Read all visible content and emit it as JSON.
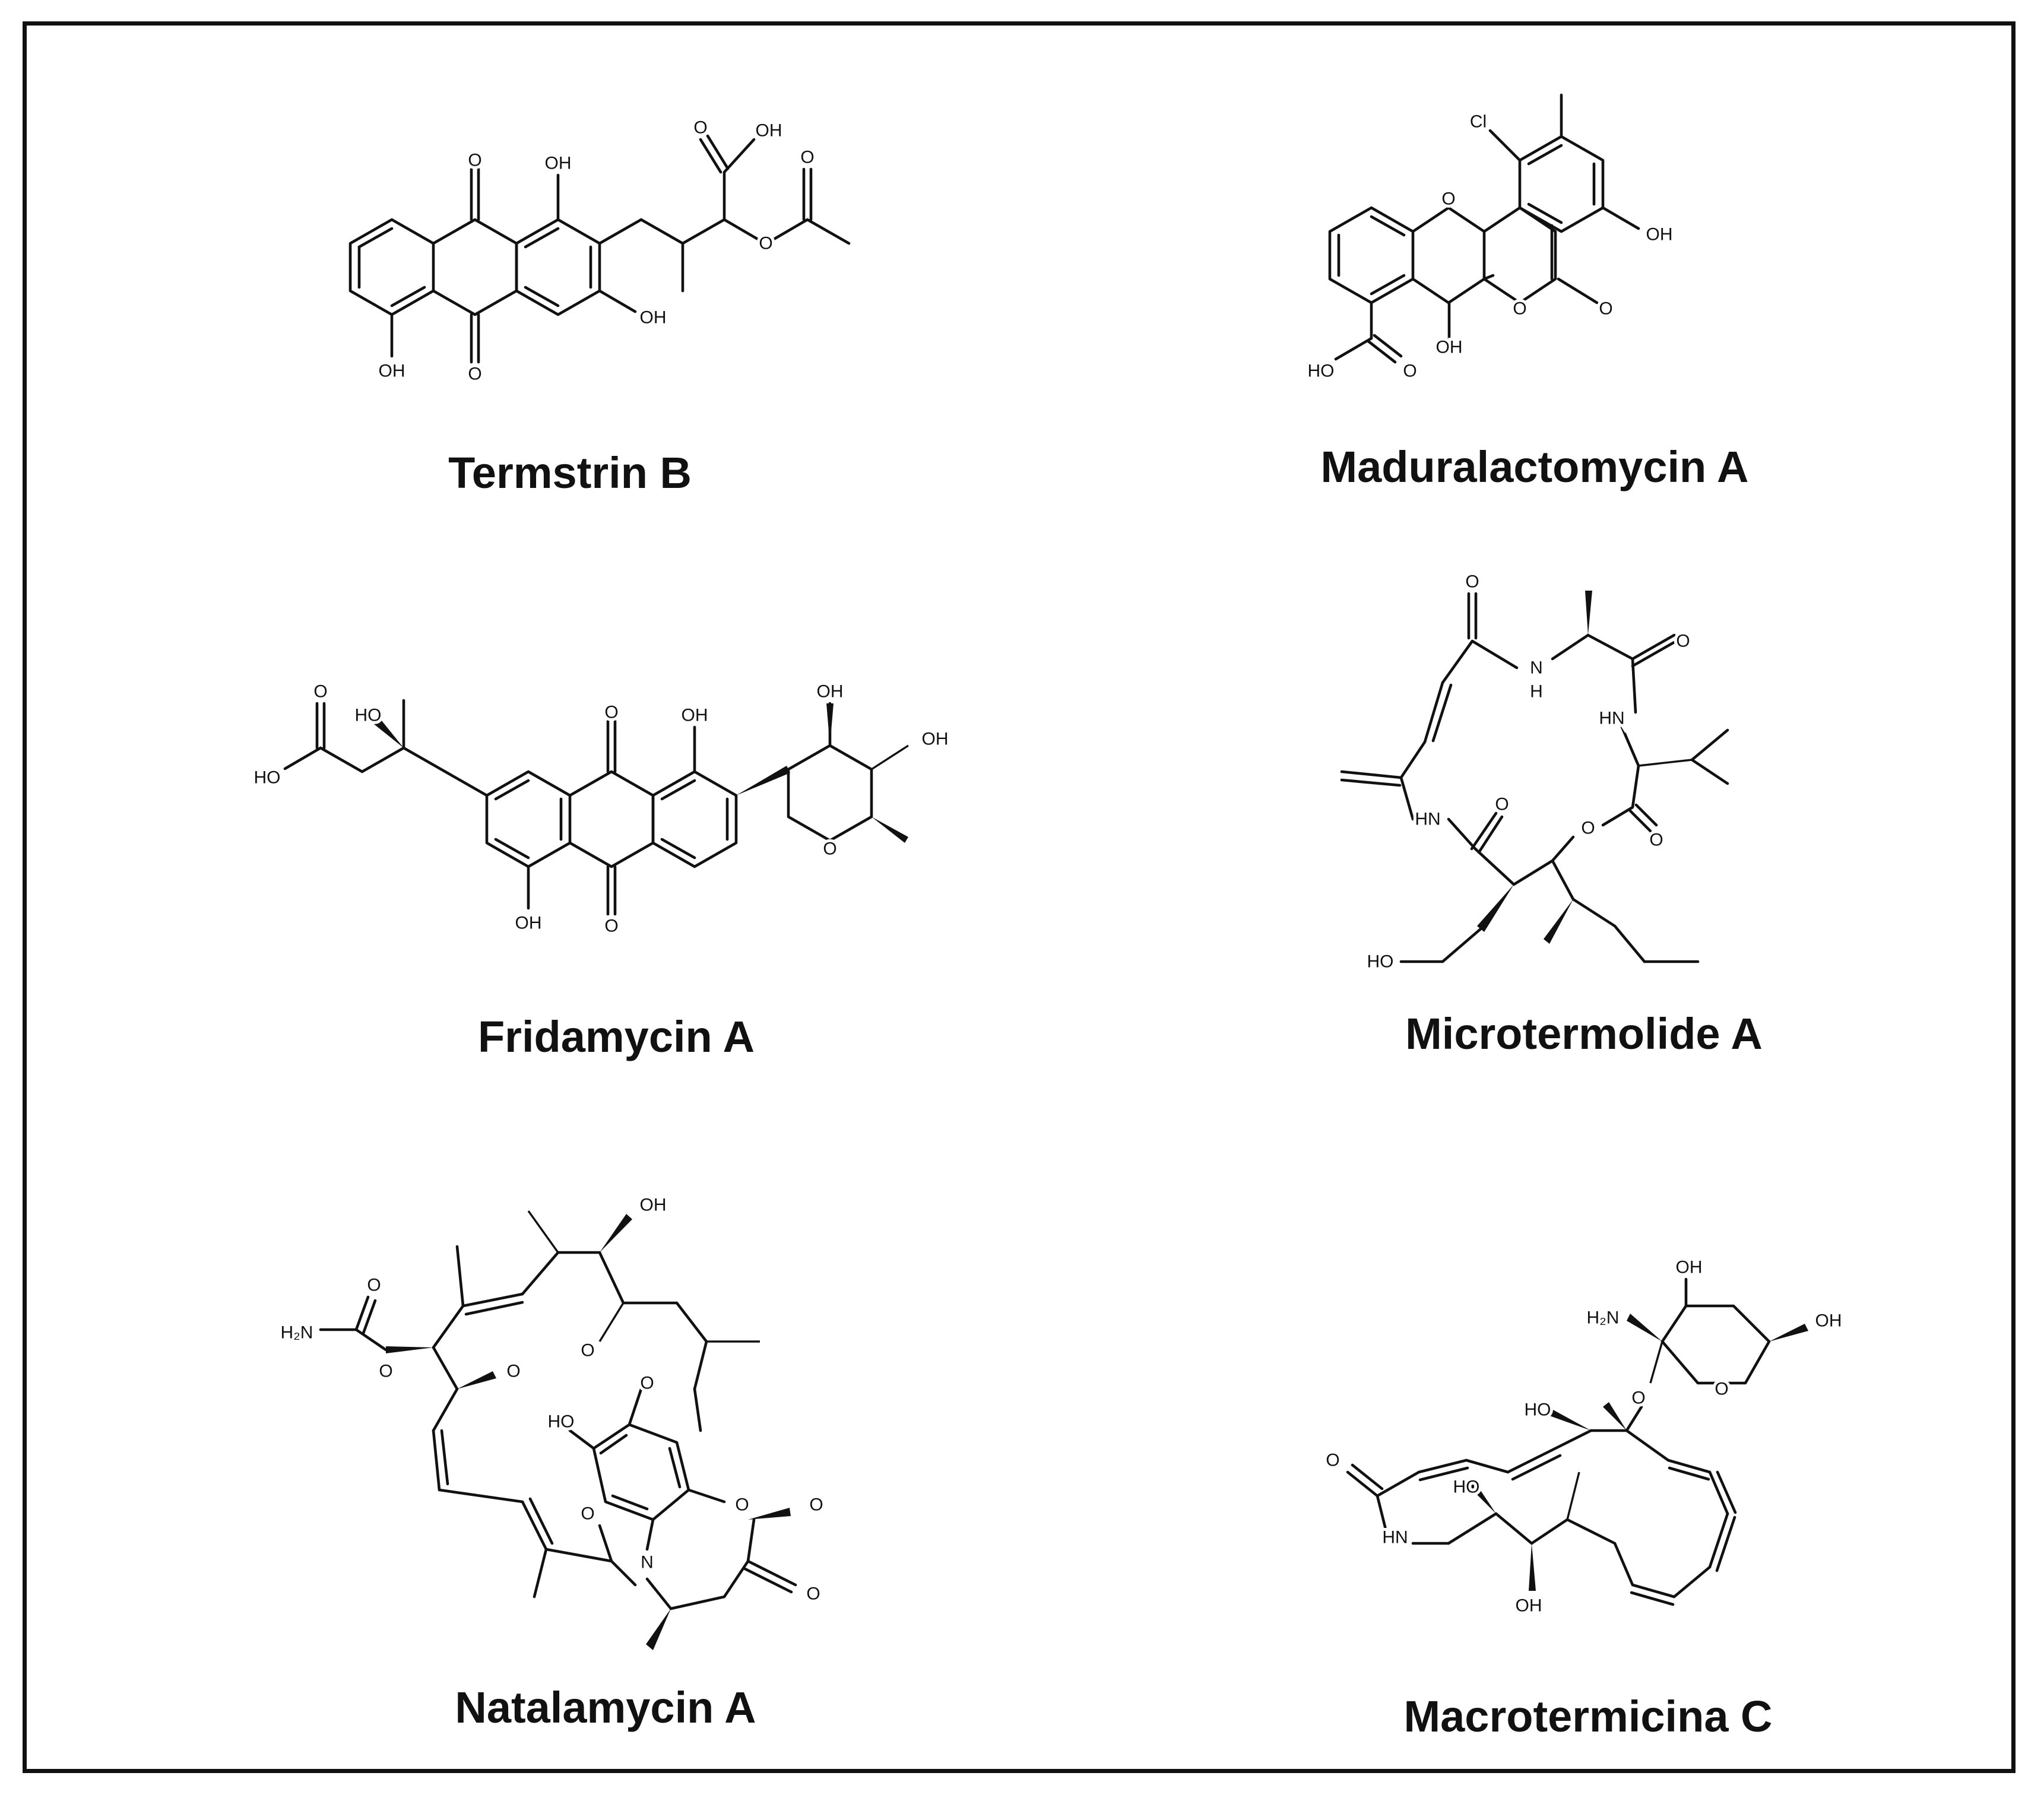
{
  "compounds": [
    {
      "name": "Termstrin B",
      "atom_labels": [
        "O",
        "OH",
        "OH",
        "OH",
        "O",
        "O",
        "OH",
        "O",
        "O"
      ]
    },
    {
      "name": "Maduralactomycin A",
      "atom_labels": [
        "Cl",
        "O",
        "OH",
        "O",
        "O",
        "OH",
        "HO",
        "O"
      ]
    },
    {
      "name": "Fridamycin A",
      "atom_labels": [
        "OH",
        "OH",
        "O",
        "OH",
        "O",
        "O",
        "HO",
        "HO",
        "OH",
        "O"
      ]
    },
    {
      "name": "Microtermolide A",
      "atom_labels": [
        "O",
        "N",
        "H",
        "O",
        "HN",
        "HN",
        "O",
        "O",
        "O",
        "HO"
      ]
    },
    {
      "name": "Natalamycin A",
      "atom_labels": [
        "OH",
        "O",
        "H₂N",
        "O",
        "O",
        "O",
        "O",
        "HO",
        "O",
        "O",
        "N",
        "O",
        "O"
      ]
    },
    {
      "name": "Macrotermicina C",
      "atom_labels": [
        "OH",
        "H₂N",
        "OH",
        "HO",
        "O",
        "O",
        "O",
        "HO",
        "HN",
        "OH"
      ]
    }
  ]
}
